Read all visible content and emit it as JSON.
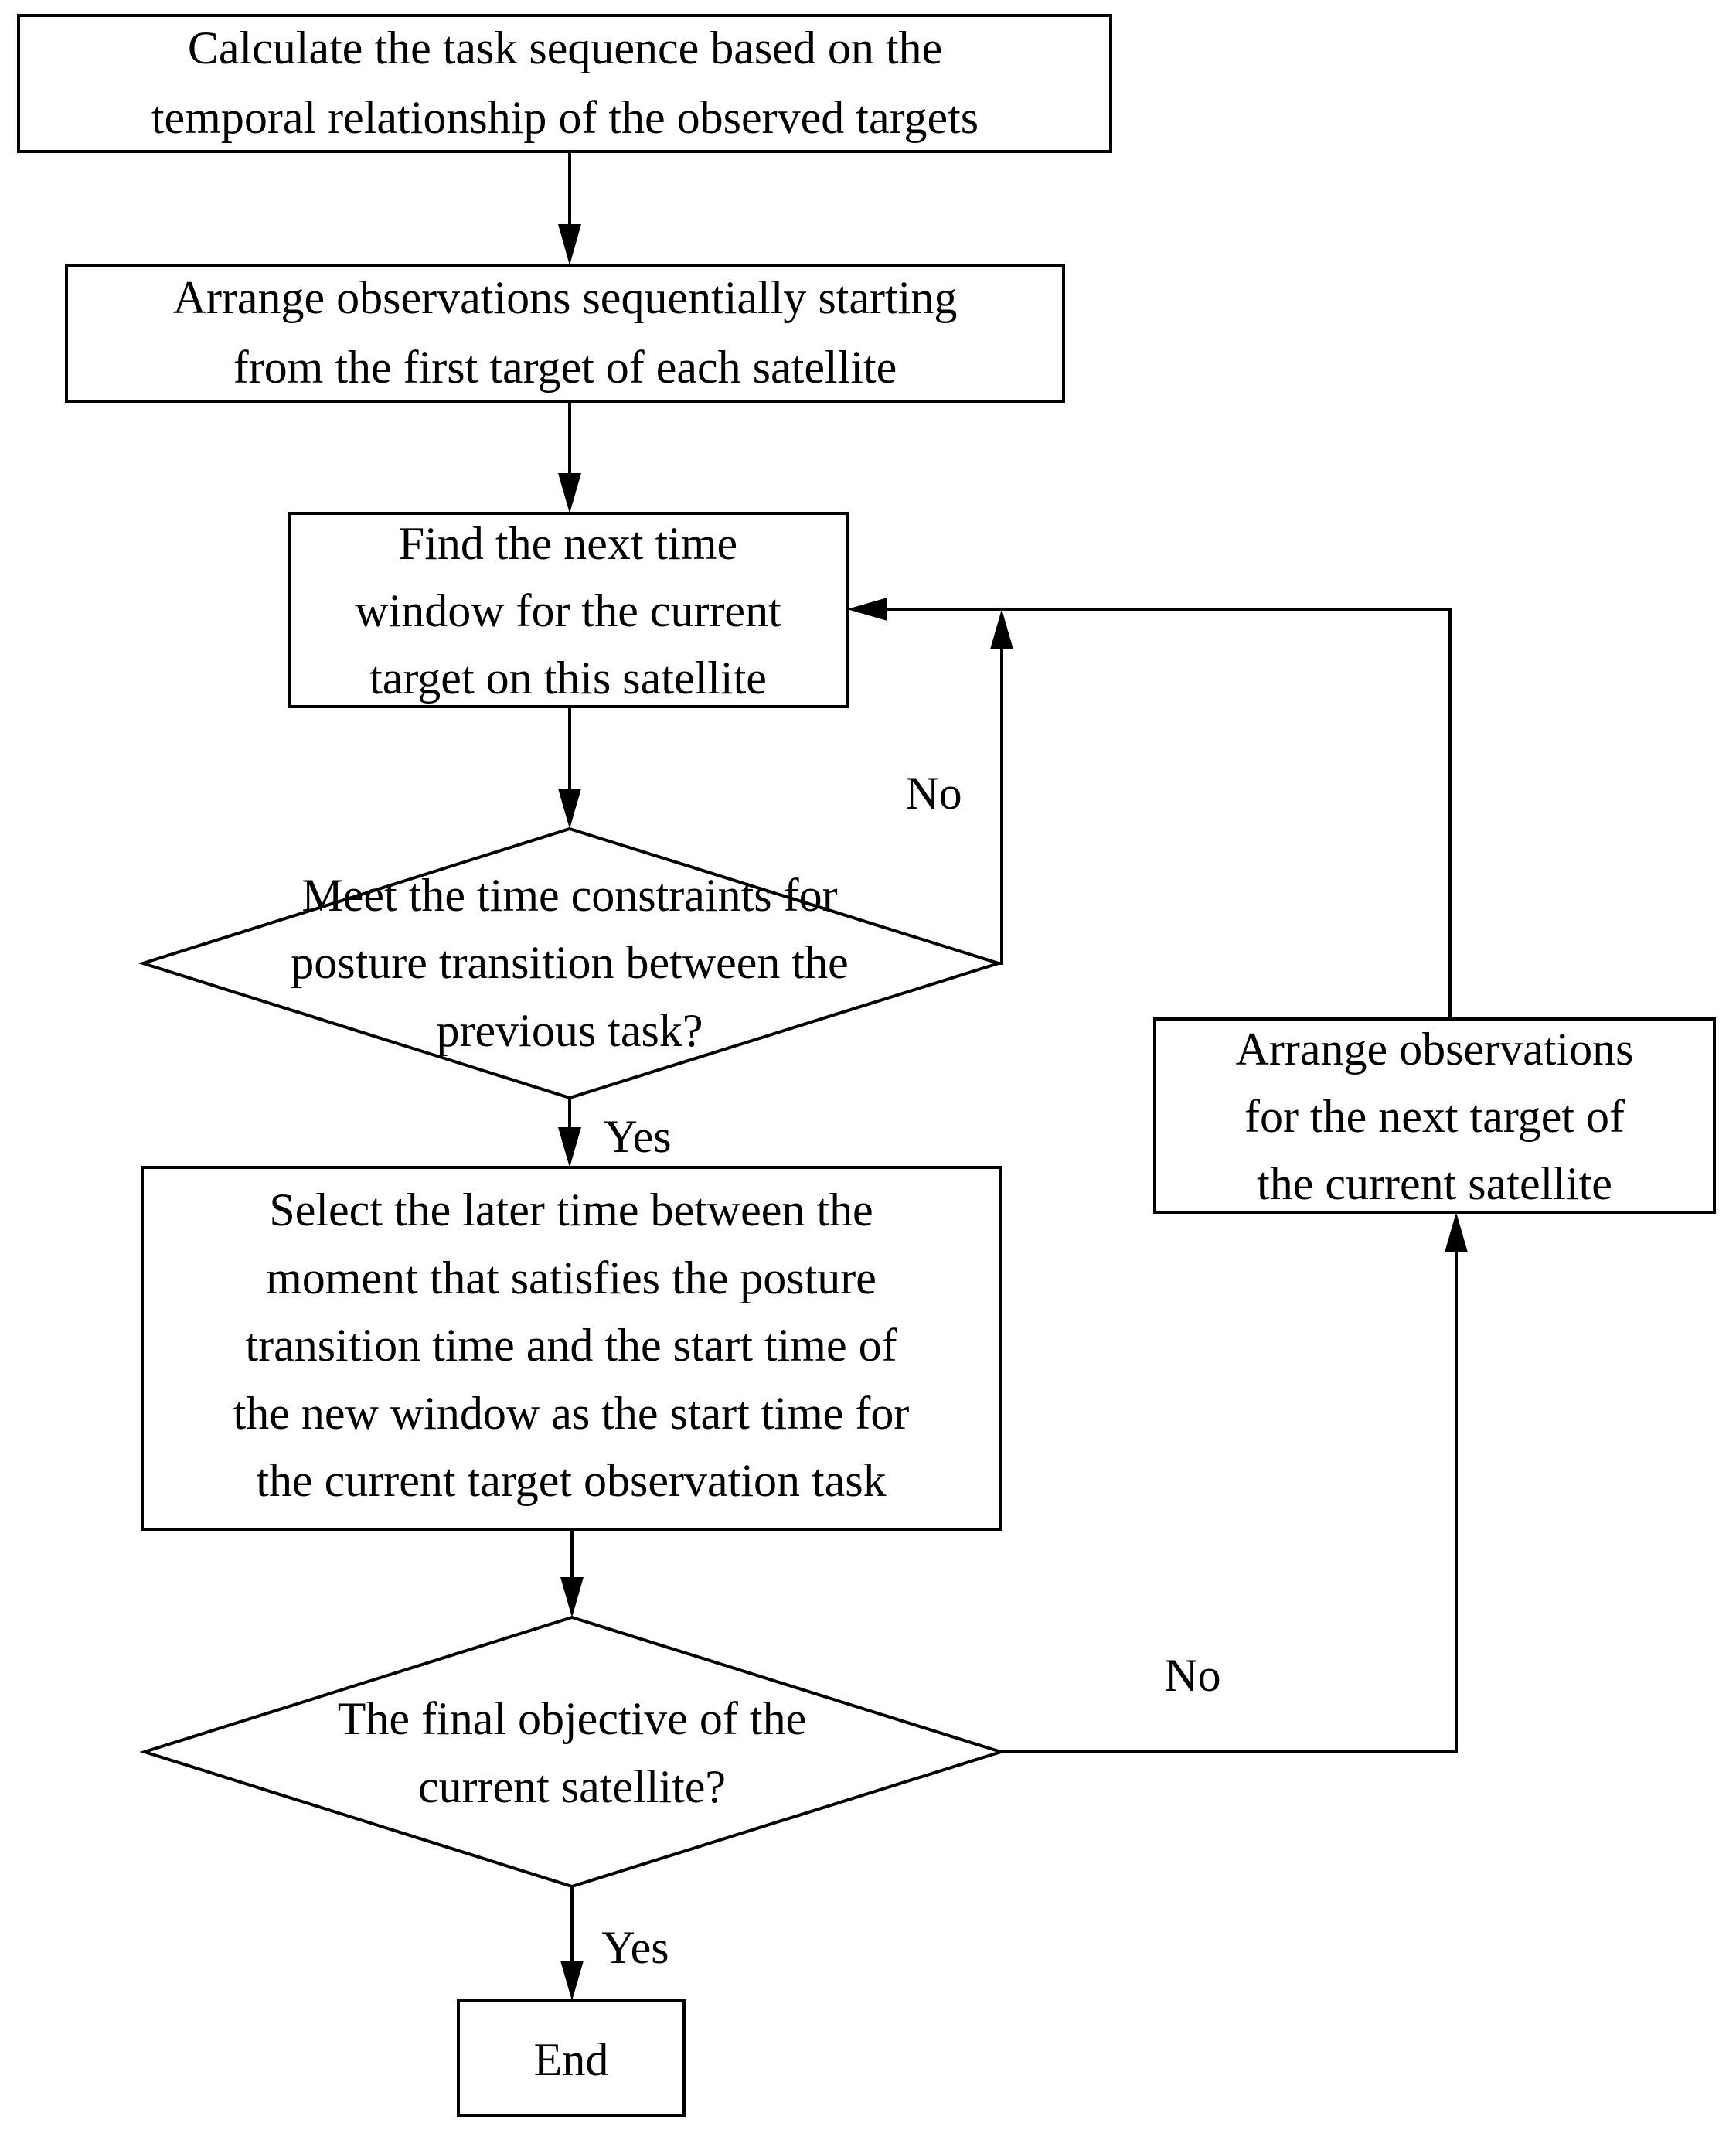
{
  "nodes": {
    "calculate_sequence": [
      "Calculate the task sequence based on the",
      "temporal relationship of the observed targets"
    ],
    "arrange_sequential": [
      "Arrange observations sequentially starting",
      "from the first target of each satellite"
    ],
    "find_window": [
      "Find the next time",
      "window for the current",
      "target on this satellite"
    ],
    "meet_constraints": [
      "Meet the time constraints for",
      "posture transition between the",
      "previous task?"
    ],
    "select_time": [
      "Select the later time between the",
      "moment that satisfies the posture",
      "transition time and the start time of",
      "the new window as the start time for",
      "the current target observation task"
    ],
    "final_objective": [
      "The final objective of the",
      "current satellite?"
    ],
    "arrange_next": [
      "Arrange observations",
      "for the next target of",
      "the current satellite"
    ],
    "end": [
      "End"
    ]
  },
  "edge_labels": {
    "constraints_no": "No",
    "constraints_yes": "Yes",
    "final_no": "No",
    "final_yes": "Yes"
  }
}
